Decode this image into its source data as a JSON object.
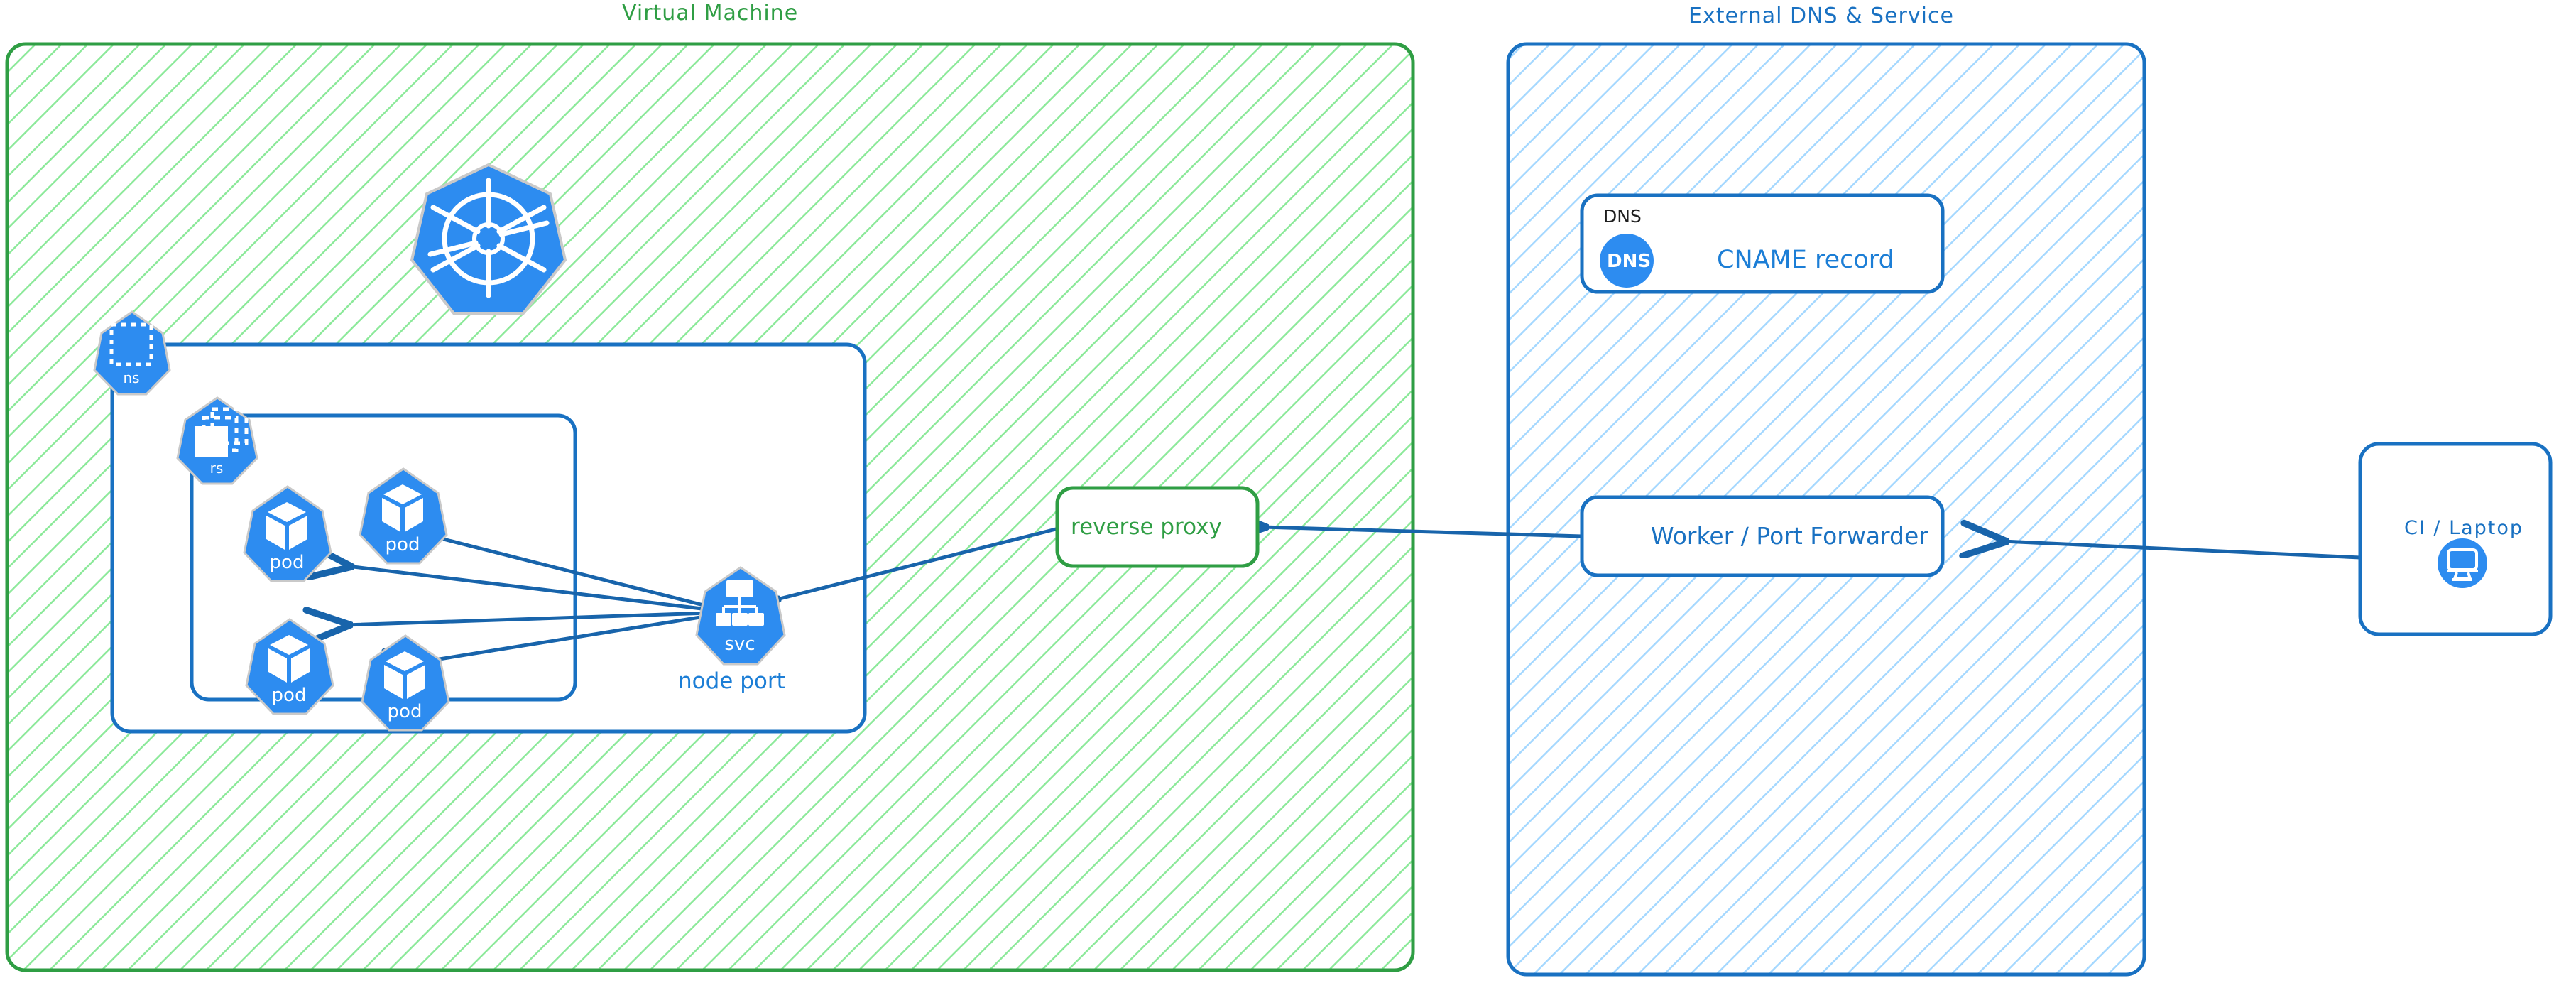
{
  "diagram": {
    "type": "architecture-diagram",
    "style": "hand-drawn / excalidraw",
    "colors": {
      "green_stroke": "#2f9e44",
      "green_hatch": "#8ce99a",
      "blue_stroke": "#1971c2",
      "blue_hatch": "#a5d8ff",
      "k8s_blue": "#2d8cf0",
      "arrow": "#1864ab",
      "text_dark": "#1e1e1e",
      "white": "#ffffff"
    }
  },
  "groups": {
    "vm": {
      "title": "Virtual Machine"
    },
    "external": {
      "title": "External DNS & Service"
    }
  },
  "k8s": {
    "logo_name": "kubernetes-logo",
    "namespace": {
      "caption": "ns",
      "icon": "namespace-icon"
    },
    "replicaset": {
      "caption": "rs",
      "icon": "replicaset-icon"
    },
    "service": {
      "caption": "svc",
      "icon": "service-icon",
      "label": "node port"
    },
    "pods": [
      {
        "caption": "pod",
        "icon": "pod-icon"
      },
      {
        "caption": "pod",
        "icon": "pod-icon"
      },
      {
        "caption": "pod",
        "icon": "pod-icon"
      },
      {
        "caption": "pod",
        "icon": "pod-icon"
      }
    ]
  },
  "nodes": {
    "reverse_proxy": {
      "label": "reverse proxy"
    },
    "dns_group": {
      "caption": "DNS",
      "badge": "DNS",
      "record": "CNAME record"
    },
    "worker": {
      "label": "Worker / Port Forwarder"
    },
    "client": {
      "label": "CI / Laptop",
      "icon": "desktop-monitor-icon"
    }
  },
  "edges": [
    {
      "from": "CI / Laptop",
      "to": "Worker / Port Forwarder"
    },
    {
      "from": "Worker / Port Forwarder",
      "to": "reverse proxy"
    },
    {
      "from": "reverse proxy",
      "to": "svc"
    },
    {
      "from": "svc",
      "to": "pod"
    },
    {
      "from": "svc",
      "to": "pod"
    },
    {
      "from": "svc",
      "to": "pod"
    },
    {
      "from": "svc",
      "to": "pod"
    }
  ]
}
